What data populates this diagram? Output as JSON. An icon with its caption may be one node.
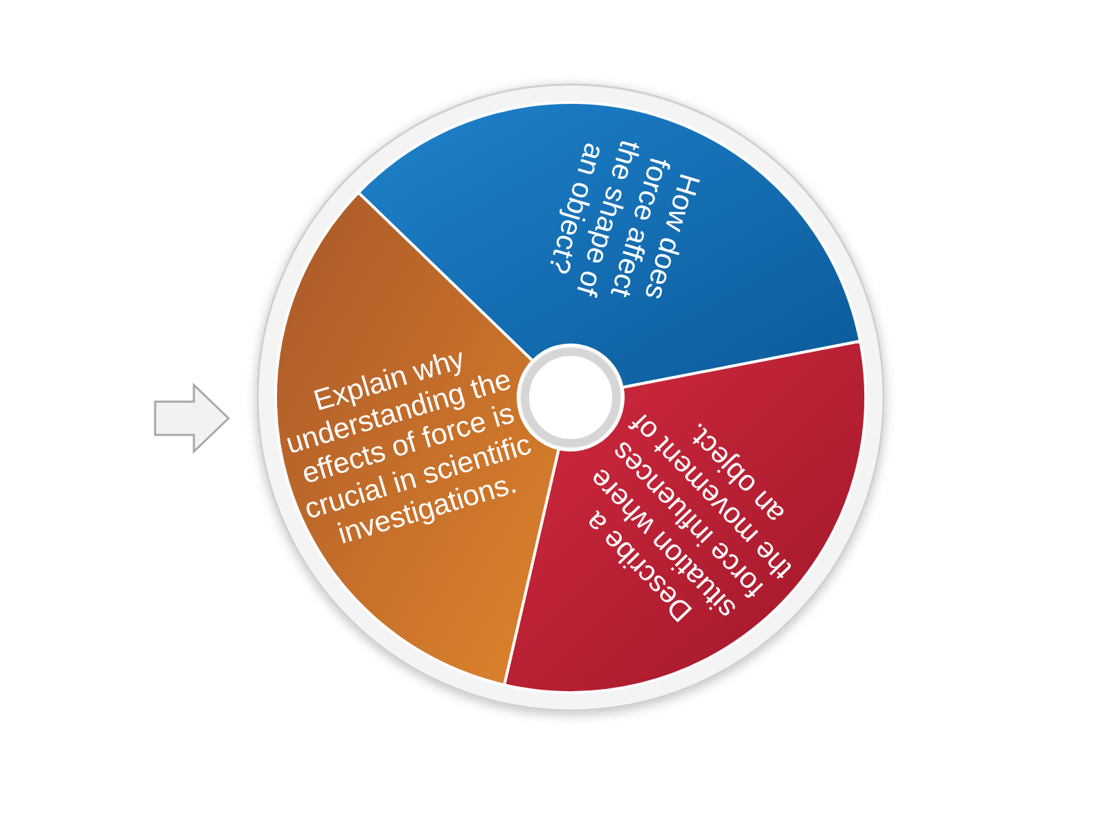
{
  "diagram": {
    "nodes": [
      {
        "text": [
          "How does force affect the shape of an object?"
        ]
      },
      {
        "text": [
          "Describe a situation where force influences the movement of an object."
        ]
      },
      {
        "text": [
          "Explain why understanding the effects of force is crucial in scientific investigations."
        ]
      },
      {
        "text": [],
        "shape": "circle"
      }
    ]
  }
}
